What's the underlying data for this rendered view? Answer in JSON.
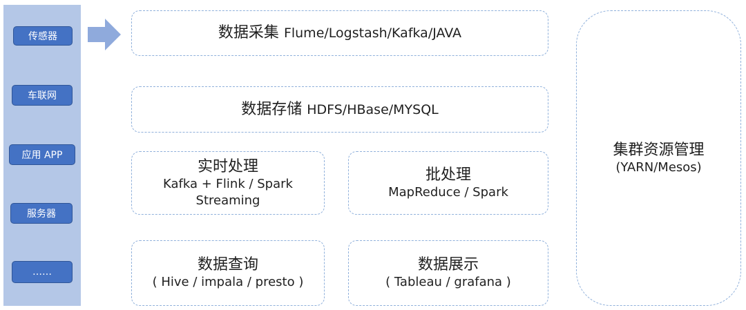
{
  "sources": {
    "items": [
      {
        "label": "传感器"
      },
      {
        "label": "车联网"
      },
      {
        "label": "应用 APP"
      },
      {
        "label": "服务器"
      },
      {
        "label": "……"
      }
    ]
  },
  "layers": {
    "collect": {
      "title": "数据采集",
      "tools": "Flume/Logstash/Kafka/JAVA"
    },
    "storage": {
      "title": "数据存储",
      "tools": "HDFS/HBase/MYSQL"
    },
    "realtime": {
      "title": "实时处理",
      "line1": "Kafka + Flink / Spark",
      "line2": "Streaming"
    },
    "batch": {
      "title": "批处理",
      "line1": "MapReduce / Spark"
    },
    "query": {
      "title": "数据查询",
      "line1": "( Hive / impala / presto )"
    },
    "display": {
      "title": "数据展示",
      "line1": "( Tableau / grafana )"
    }
  },
  "cluster": {
    "title": "集群资源管理",
    "subtitle": "(YARN/Mesos)"
  },
  "colors": {
    "source_panel": "#b4c7e7",
    "source_button": "#4472c4",
    "arrow": "#8faadc",
    "box_border": "#8fb0db"
  },
  "icons": {
    "arrow": "right-arrow-icon"
  }
}
